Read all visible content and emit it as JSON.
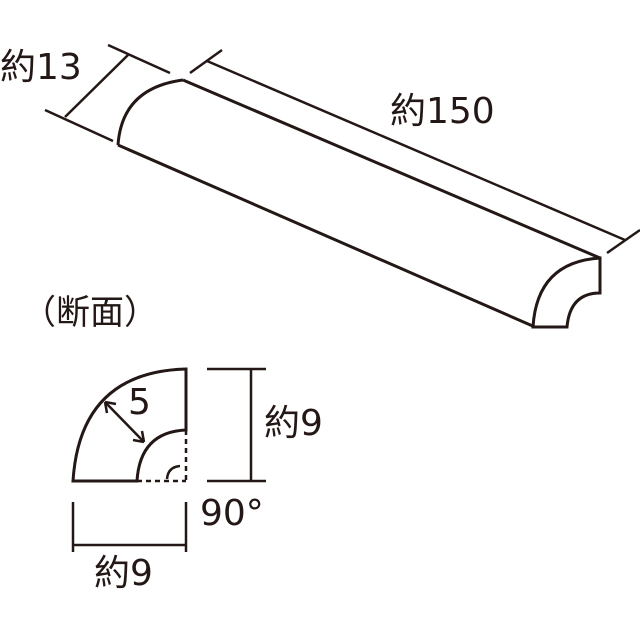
{
  "labels": {
    "width_dim": "約13",
    "length_dim": "約150",
    "section_title": "（断面）",
    "thickness_dim": "5",
    "height_dim": "約9",
    "angle": "90°",
    "base_dim": "約9"
  },
  "colors": {
    "line": "#231815",
    "background": "#ffffff"
  }
}
